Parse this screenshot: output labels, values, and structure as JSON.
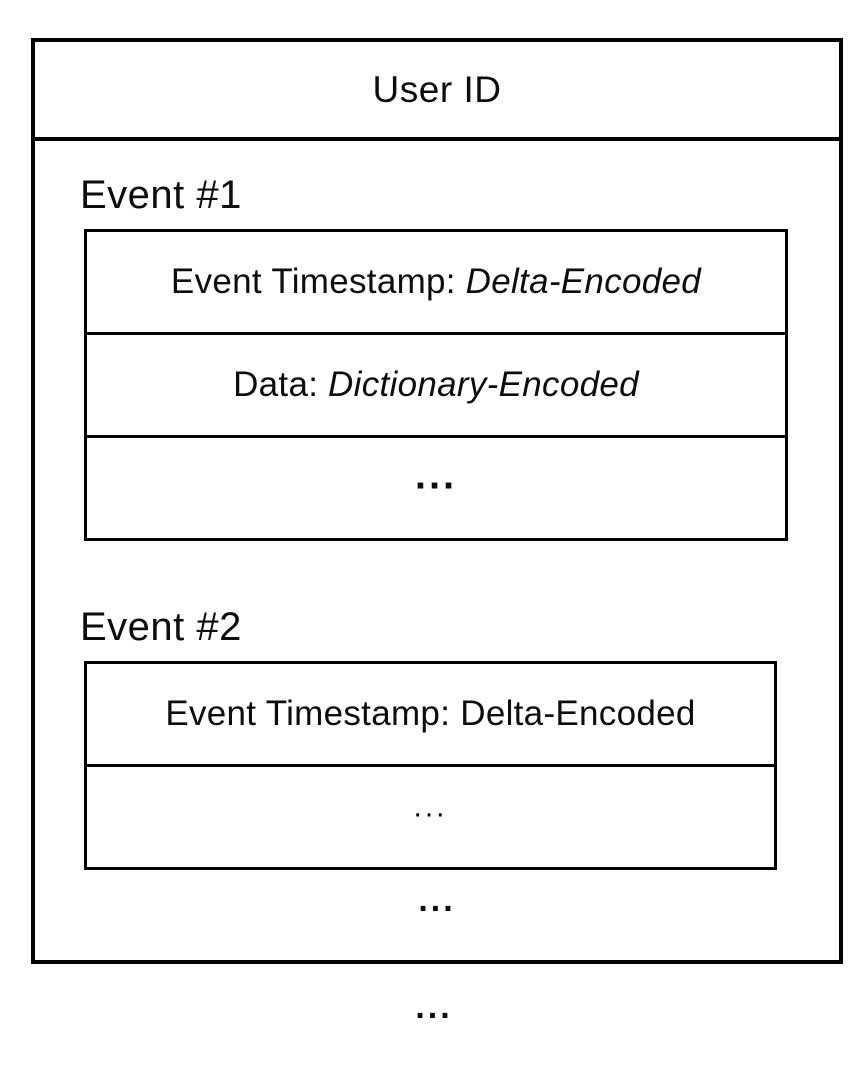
{
  "diagram": {
    "title": "User ID",
    "events": [
      {
        "label": "Event #1",
        "rows": [
          {
            "prefix": "Event Timestamp:",
            "value": "Delta-Encoded"
          },
          {
            "prefix": "Data:",
            "value": "Dictionary-Encoded"
          },
          {
            "ellipsis": "..."
          }
        ]
      },
      {
        "label": "Event #2",
        "rows": [
          {
            "text": "Event Timestamp: Delta-Encoded"
          },
          {
            "ellipsis": "..."
          }
        ]
      }
    ],
    "more_events_ellipsis": "...",
    "more_users_ellipsis": "...",
    "colors": {
      "border": "#000000",
      "background": "#ffffff",
      "text": "#0d0d0d"
    }
  }
}
